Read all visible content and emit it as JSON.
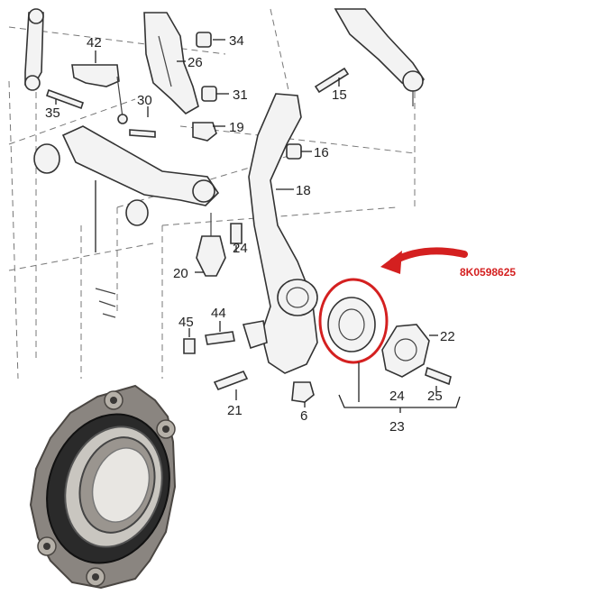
{
  "labels": {
    "l42": "42",
    "l34": "34",
    "l26": "26",
    "l31": "31",
    "l15": "15",
    "l35": "35",
    "l30": "30",
    "l19": "19",
    "l16": "16",
    "l18": "18",
    "l24a": "24",
    "l20": "20",
    "l45": "45",
    "l44": "44",
    "l22": "22",
    "l24b": "24",
    "l25": "25",
    "l21": "21",
    "l6": "6",
    "l23": "23"
  },
  "part_number": "8K0598625",
  "colors": {
    "highlight": "#d42020",
    "line": "#333333",
    "part_fill": "#f3f3f3"
  }
}
